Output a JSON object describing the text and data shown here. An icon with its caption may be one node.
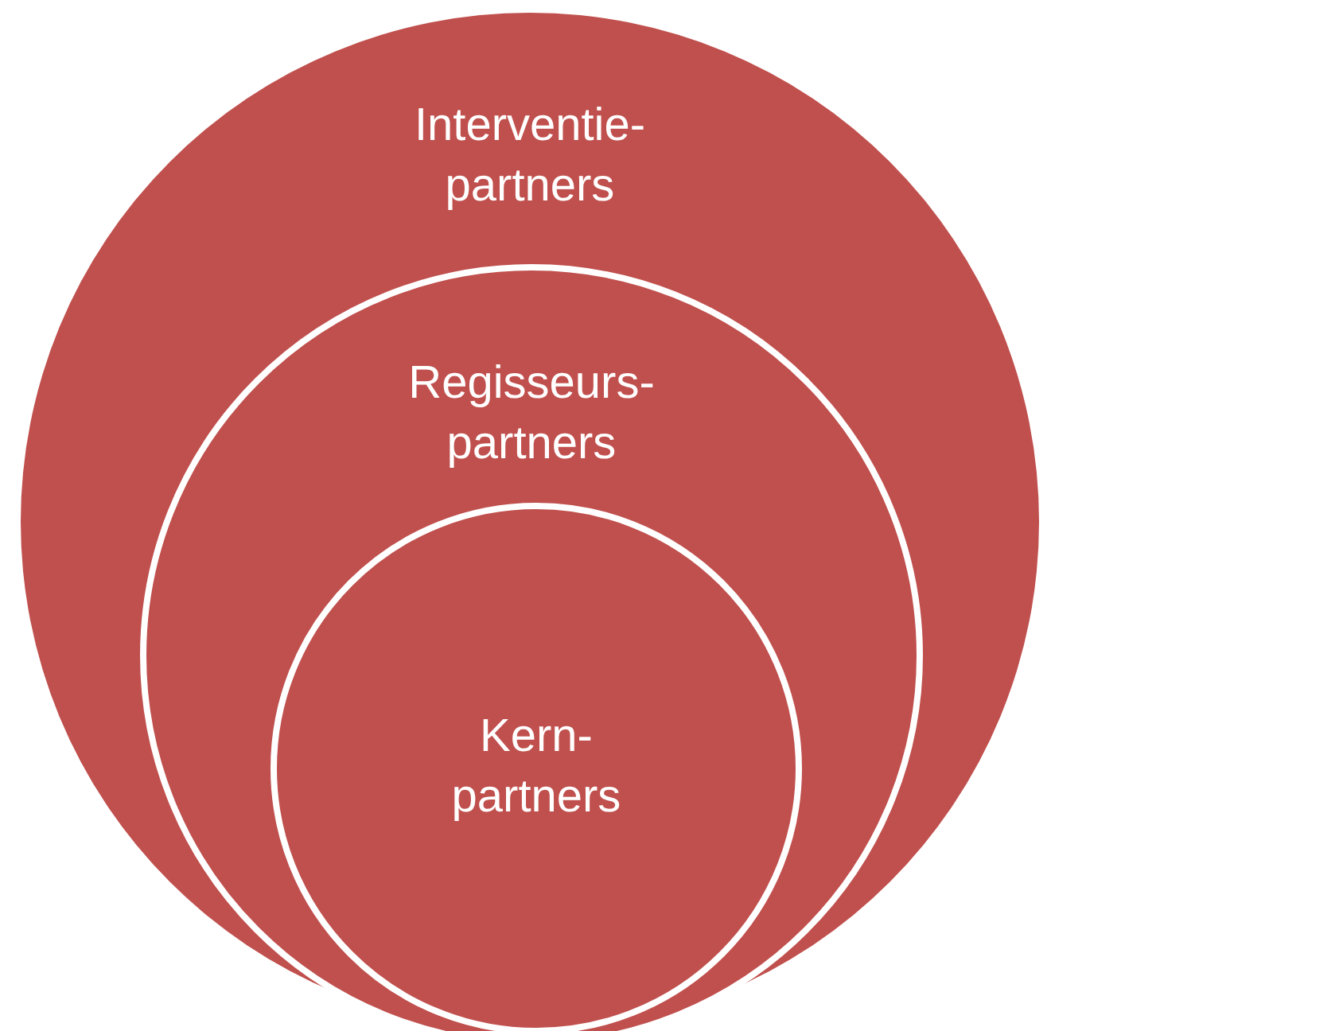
{
  "diagram": {
    "nodes": [
      {
        "text": [
          "Interventie- partners"
        ]
      },
      {
        "text": [
          "Regisseurs- partners"
        ],
        "in": 0
      },
      {
        "text": [
          "Kern- partners"
        ],
        "in": 1
      }
    ]
  }
}
